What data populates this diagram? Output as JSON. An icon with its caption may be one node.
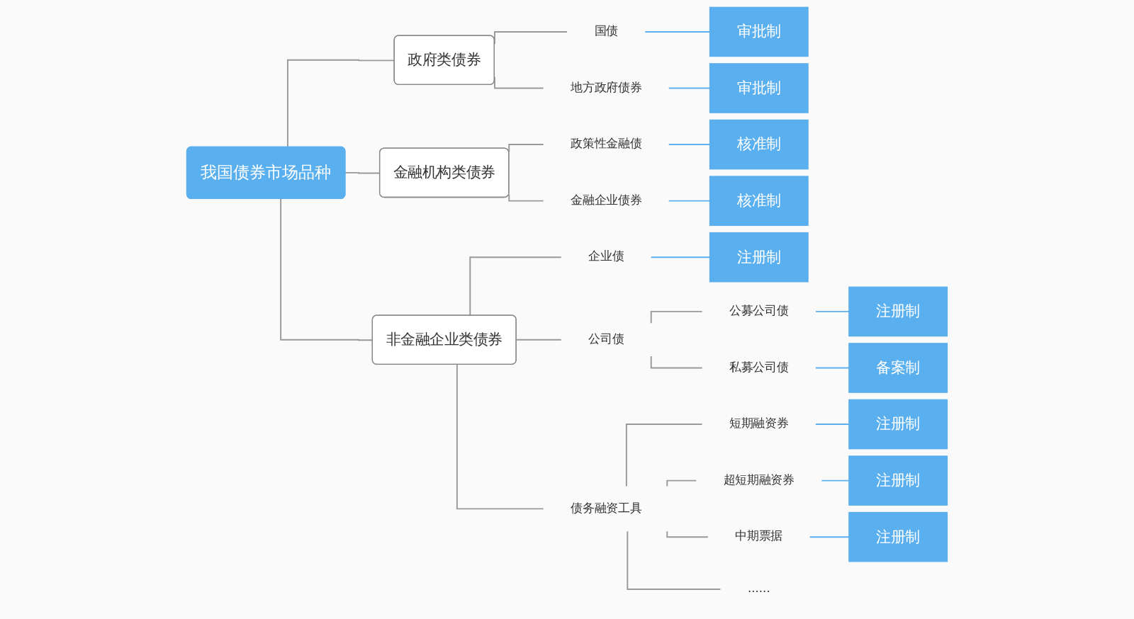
{
  "diagram": {
    "nodes": [
      {
        "text": [
          "我国债券市场品种"
        ]
      },
      {
        "text": [
          "政府类债券"
        ]
      },
      {
        "text": [
          "国债"
        ]
      },
      {
        "text": [
          "地方政府债券"
        ]
      },
      {
        "text": [
          "审批制"
        ]
      },
      {
        "text": [
          "审批制"
        ]
      },
      {
        "text": [
          "金融机构类债券"
        ]
      },
      {
        "text": [
          "政策性金融债"
        ]
      },
      {
        "text": [
          "金融企业债券"
        ]
      },
      {
        "text": [
          "核准制"
        ]
      },
      {
        "text": [
          "核准制"
        ]
      },
      {
        "text": [
          "非金融企业类债券"
        ]
      },
      {
        "text": [
          "企业债"
        ]
      },
      {
        "text": [
          "注册制"
        ]
      },
      {
        "text": [
          "公司债"
        ]
      },
      {
        "text": [
          "公募公司债"
        ]
      },
      {
        "text": [
          "注册制"
        ]
      },
      {
        "text": [
          "私募公司债"
        ]
      },
      {
        "text": [
          "备案制"
        ]
      },
      {
        "text": [
          "债务融资工具"
        ]
      },
      {
        "text": [
          "短期融资券"
        ]
      },
      {
        "text": [
          "注册制"
        ]
      },
      {
        "text": [
          "超短期融资券"
        ]
      },
      {
        "text": [
          "注册制"
        ]
      },
      {
        "text": [
          "中期票据"
        ]
      },
      {
        "text": [
          "注册制"
        ]
      },
      {
        "text": [
          "......"
        ]
      }
    ],
    "edges": [
      {
        "from": 0,
        "to": 1,
        "arrow": "none"
      },
      {
        "from": 1,
        "to": 2,
        "arrow": "none"
      },
      {
        "from": 2,
        "to": 4,
        "arrow": "none",
        "color": "#5aafee"
      },
      {
        "from": 1,
        "to": 3,
        "arrow": "none"
      },
      {
        "from": 3,
        "to": 5,
        "arrow": "none",
        "color": "#5aafee"
      },
      {
        "from": 0,
        "to": 6,
        "arrow": "none"
      },
      {
        "from": 6,
        "to": 7,
        "arrow": "none"
      },
      {
        "from": 7,
        "to": 9,
        "arrow": "none",
        "color": "#5aafee"
      },
      {
        "from": 6,
        "to": 8,
        "arrow": "none"
      },
      {
        "from": 8,
        "to": 10,
        "arrow": "none",
        "color": "#5aafee"
      },
      {
        "from": 0,
        "to": 11,
        "arrow": "none"
      },
      {
        "from": 11,
        "to": 12,
        "arrow": "none"
      },
      {
        "from": 12,
        "to": 13,
        "arrow": "none",
        "color": "#5aafee"
      },
      {
        "from": 11,
        "to": 14,
        "arrow": "none"
      },
      {
        "from": 14,
        "to": 15,
        "arrow": "none"
      },
      {
        "from": 15,
        "to": 16,
        "arrow": "none",
        "color": "#5aafee"
      },
      {
        "from": 14,
        "to": 17,
        "arrow": "none"
      },
      {
        "from": 17,
        "to": 18,
        "arrow": "none",
        "color": "#5aafee"
      },
      {
        "from": 11,
        "to": 19,
        "arrow": "none"
      },
      {
        "from": 19,
        "to": 20,
        "arrow": "none"
      },
      {
        "from": 20,
        "to": 21,
        "arrow": "none",
        "color": "#5aafee"
      },
      {
        "from": 19,
        "to": 22,
        "arrow": "none"
      },
      {
        "from": 22,
        "to": 23,
        "arrow": "none",
        "color": "#5aafee"
      },
      {
        "from": 19,
        "to": 24,
        "arrow": "none"
      },
      {
        "from": 24,
        "to": 25,
        "arrow": "none",
        "color": "#5aafee"
      },
      {
        "from": 19,
        "to": 26,
        "arrow": "none"
      }
    ]
  }
}
